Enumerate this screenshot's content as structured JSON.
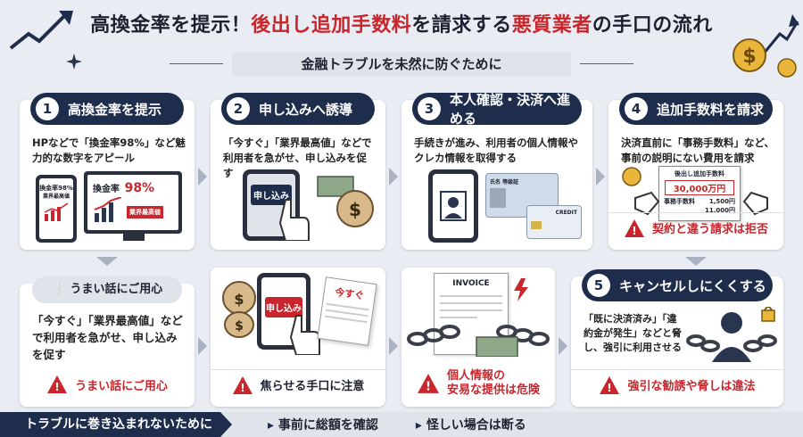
{
  "title": {
    "part1": "高換金率を提示！",
    "part2": "後出し追加手数料",
    "part3": "を請求する",
    "part4": "悪質業者",
    "part5": "の手口の流れ"
  },
  "subtitle": "金融トラブルを未然に防ぐために",
  "steps": [
    {
      "num": "1",
      "title": "高換金率を提示",
      "text": "HPなどで「換金率98%」など魅力的な数字をアピール",
      "ill": {
        "phone_rate": "換金率98%",
        "phone_sub": "業界最高値",
        "monitor_label": "換金率",
        "monitor_rate": "98%",
        "monitor_badge": "業界最高値"
      }
    },
    {
      "num": "2",
      "title": "申し込みへ誘導",
      "text": "「今すぐ」「業界最高値」などで利用者を急がせ、申し込みを促す",
      "ill": {
        "button": "申し込み"
      }
    },
    {
      "num": "3",
      "title": "本人確認・決済へ進める",
      "text": "手続きが進み、利用者の個人情報やクレカ情報を取得する",
      "ill": {
        "id_label": "氏名 等級証",
        "card_label": "CREDIT"
      }
    },
    {
      "num": "4",
      "title": "追加手数料を請求",
      "text": "決済直前に「事務手数料」など、事前の説明にない費用を請求",
      "ill": {
        "bill_title": "後出し追加手数料",
        "bill_amount": "30,000万円",
        "row1_label": "事務手数料",
        "row1_value": "1,500円",
        "row2_value": "11,000円"
      },
      "warn": "契約と違う請求は拒否"
    },
    {
      "num": "5",
      "title": "キャンセルしにくくする",
      "text": "「既に決済済み」「違約金が発生」などと脅し、強引に利用させる",
      "warn": "強引な勧誘や脅しは違法"
    }
  ],
  "caution_card": {
    "head": "うまい話にご用心",
    "text": "「今すぐ」「業界最高値」などで利用者を急がせ、申し込みを促す",
    "warn": "うまい話にご用心"
  },
  "mid_card": {
    "button": "申し込み",
    "paper": "今すぐ",
    "warn": "焦らせる手口に注意"
  },
  "invoice_card": {
    "invoice": "INVOICE",
    "warn_line1": "個人情報の",
    "warn_line2": "安易な提供は危険"
  },
  "bottom": {
    "lead": "トラブルに巻き込まれないために",
    "items": [
      "事前に総額を確認",
      "怪しい場合は断る"
    ]
  }
}
